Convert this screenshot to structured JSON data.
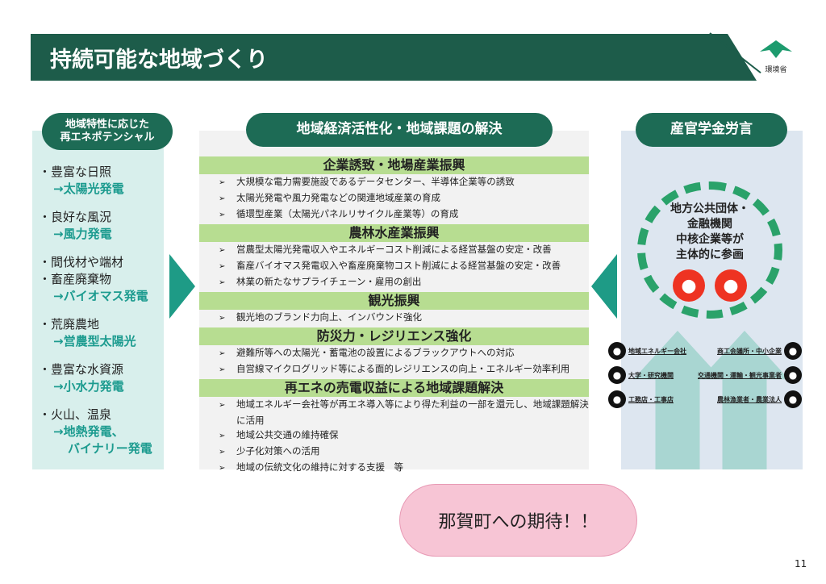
{
  "title": "持続可能な地域づくり",
  "logo": "環境省",
  "left": {
    "header": [
      "地域特性に応じた",
      "再エネポテンシャル"
    ],
    "items": [
      {
        "lines": [
          "・豊富な日照"
        ],
        "result": [
          "→太陽光発電"
        ]
      },
      {
        "lines": [
          "・良好な風況"
        ],
        "result": [
          "→風力発電"
        ]
      },
      {
        "lines": [
          "・間伐材や端材",
          "・畜産廃棄物"
        ],
        "result": [
          "→バイオマス発電"
        ]
      },
      {
        "lines": [
          "・荒廃農地"
        ],
        "result": [
          "→営農型太陽光"
        ]
      },
      {
        "lines": [
          "・豊富な水資源"
        ],
        "result": [
          "→小水力発電"
        ]
      },
      {
        "lines": [
          "・火山、温泉"
        ],
        "result": [
          "→地熱発電、",
          "バイナリー発電"
        ]
      }
    ]
  },
  "center": {
    "header": "地域経済活性化・地域課題の解決",
    "sections": [
      {
        "title": "企業誘致・地場産業振興",
        "bullets": [
          "大規模な電力需要施設であるデータセンター、半導体企業等の誘致",
          "太陽光発電や風力発電などの関連地域産業の育成",
          "循環型産業（太陽光パネルリサイクル産業等）の育成"
        ]
      },
      {
        "title": "農林水産業振興",
        "bullets": [
          "営農型太陽光発電収入やエネルギーコスト削減による経営基盤の安定・改善",
          "畜産バイオマス発電収入や畜産廃棄物コスト削減による経営基盤の安定・改善",
          "林業の新たなサプライチェーン・雇用の創出"
        ]
      },
      {
        "title": "観光振興",
        "bullets": [
          "観光地のブランド力向上、インバウンド強化"
        ]
      },
      {
        "title": "防災力・レジリエンス強化",
        "bullets": [
          "避難所等への太陽光・蓄電池の設置によるブラックアウトへの対応",
          "自営線マイクログリッド等による面的レジリエンスの向上・エネルギー効率利用"
        ]
      },
      {
        "title": "再エネの売電収益による地域課題解決",
        "bullets": [
          "地域エネルギー会社等が再エネ導入等により得た利益の一部を還元し、地域課題解決に活用",
          "地域公共交通の維持確保",
          "少子化対策への活用",
          "地域の伝統文化の維持に対する支援　等"
        ]
      }
    ]
  },
  "right": {
    "header": "産官学金労言",
    "circle": [
      "地方公共団体・",
      "金融機関",
      "中核企業等が",
      "主体的に参画"
    ],
    "actors_left": [
      "地域エネルギー会社",
      "大学・研究機関",
      "工務店・工事店"
    ],
    "actors_right": [
      "商工会議所・中小企業",
      "交通機関・運輸・観光事業者",
      "農林漁業者・農業法人"
    ]
  },
  "cloud": "那賀町への期待！！",
  "page_number": "11"
}
